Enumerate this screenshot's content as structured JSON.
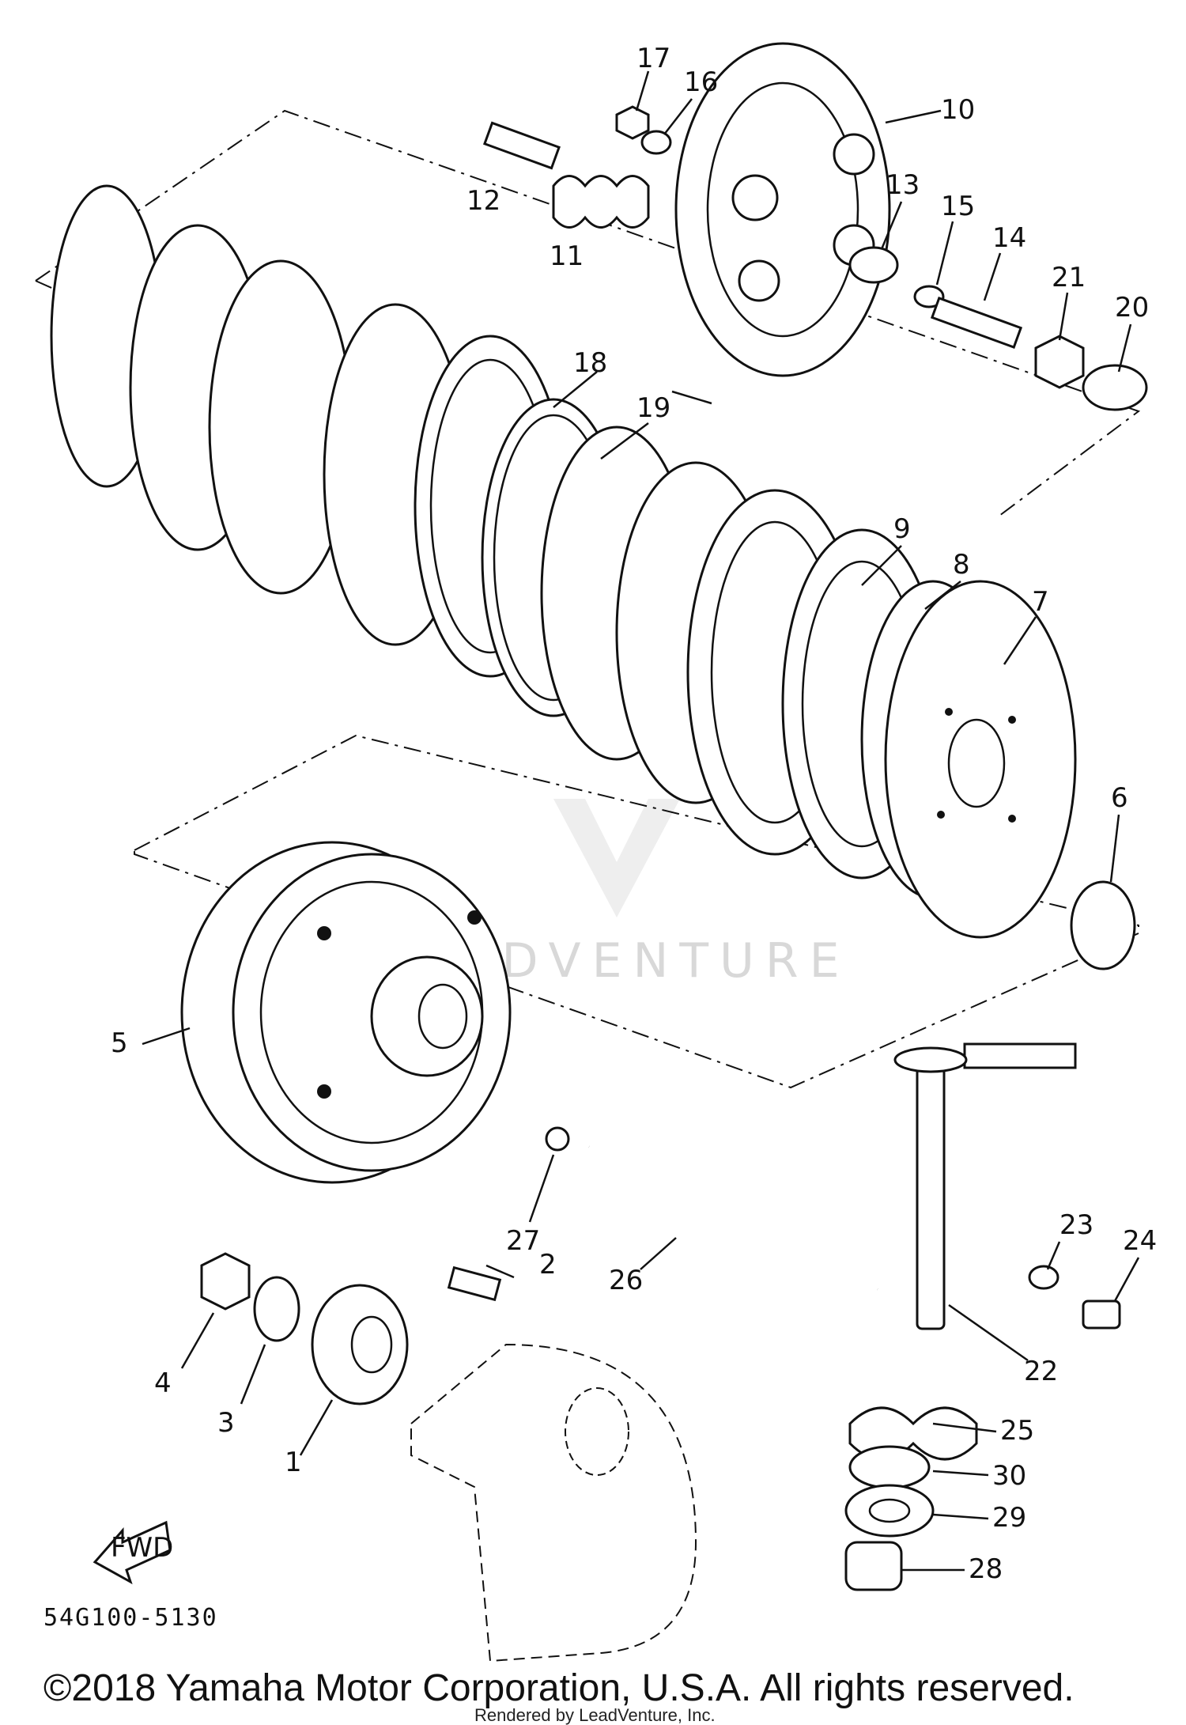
{
  "diagram_code": "54G100-5130",
  "fwd_label": "FWD",
  "watermark": "LEADVENTURE",
  "copyright": "©2018 Yamaha Motor Corporation, U.S.A. All rights reserved.",
  "rendered_by": "Rendered by LeadVenture, Inc.",
  "callouts": {
    "c1": "1",
    "c2": "2",
    "c3": "3",
    "c4": "4",
    "c5": "5",
    "c6": "6",
    "c7": "7",
    "c8": "8",
    "c9": "9",
    "c10": "10",
    "c11": "11",
    "c12": "12",
    "c13": "13",
    "c14": "14",
    "c15": "15",
    "c16": "16",
    "c17": "17",
    "c18": "18",
    "c19": "19",
    "c20": "20",
    "c21": "21",
    "c22": "22",
    "c23": "23",
    "c24": "24",
    "c25": "25",
    "c26": "26",
    "c27": "27",
    "c28": "28",
    "c29": "29",
    "c30": "30"
  }
}
